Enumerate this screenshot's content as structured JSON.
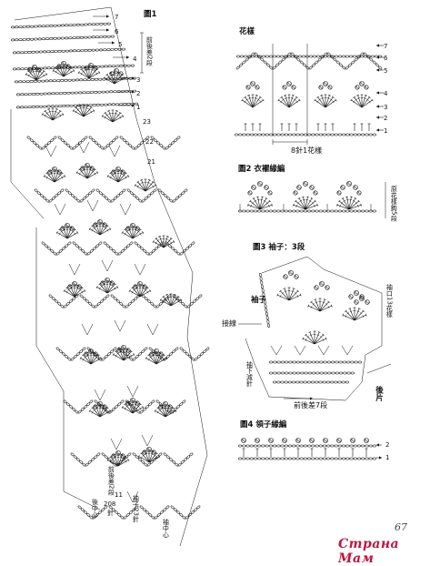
{
  "fig1": {
    "title": "圖1",
    "side_label": "前後差2段",
    "row_numbers": [
      "7",
      "6",
      "5",
      "4",
      "3",
      "2",
      "1",
      "23",
      "22",
      "21"
    ],
    "bottom_left": "208",
    "bottom_left_unit": "針",
    "bottom_left_label": "後中心",
    "bottom_label1": "前後差2段",
    "bottom_label2": "11",
    "bottom_label3": "袖子23針",
    "bottom_center": "袖中心"
  },
  "pattern": {
    "title": "花樣",
    "row_numbers": [
      "7",
      "6",
      "5",
      "4",
      "3",
      "2",
      "1"
    ],
    "footer": "8針1花樣"
  },
  "fig2": {
    "title": "圖2 衣襬緣編",
    "side_label": "原花樣鉤5段"
  },
  "fig3": {
    "title": "圖3 袖子：3段",
    "label_sleeve": "袖子",
    "label_join": "接線",
    "label_body": "袖下減針",
    "label_back": "後片",
    "label_diff": "前後差7段",
    "label_repeat": "袖口13花樣"
  },
  "fig4": {
    "title": "圖4 領子緣編",
    "row_numbers": [
      "2",
      "1"
    ]
  },
  "footer": {
    "page_number": "67",
    "watermark": "Страна Мам"
  }
}
